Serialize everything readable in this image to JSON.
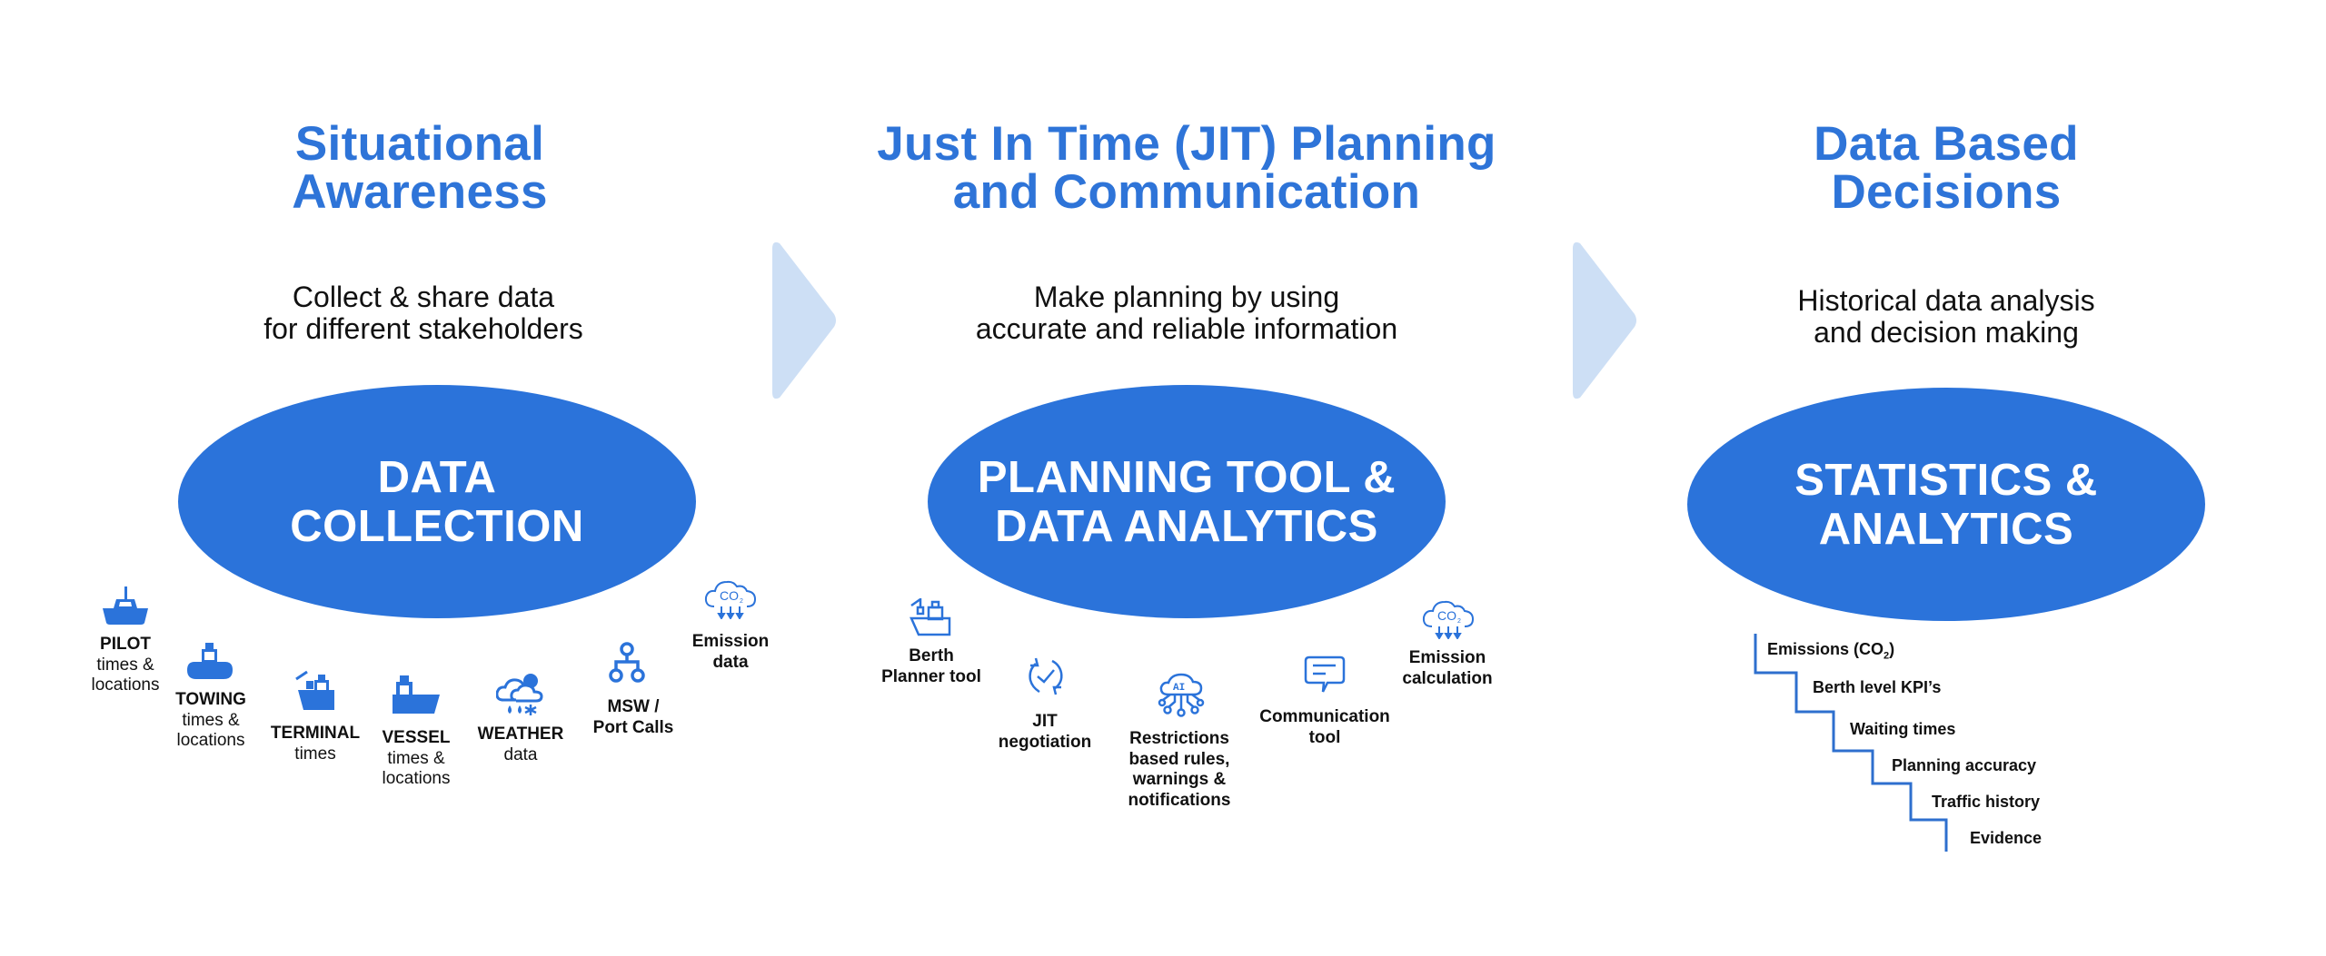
{
  "colors": {
    "accent": "#2e74d8",
    "oval_fill": "#2b73da",
    "arrow_fill": "#cddff5",
    "text": "#111111"
  },
  "columns": [
    {
      "title_lines": [
        "Situational",
        "Awareness"
      ],
      "subtitle_lines": [
        "Collect & share data",
        "for different stakeholders"
      ],
      "oval_lines": [
        "DATA",
        "COLLECTION"
      ],
      "items": [
        {
          "icon": "pilot-boat-icon",
          "bold": "PILOT",
          "lines": [
            "times &",
            "locations"
          ]
        },
        {
          "icon": "towing-boat-icon",
          "bold": "TOWING",
          "lines": [
            "times &",
            "locations"
          ]
        },
        {
          "icon": "terminal-ship-icon",
          "bold": "TERMINAL",
          "lines": [
            "times"
          ]
        },
        {
          "icon": "vessel-icon",
          "bold": "VESSEL",
          "lines": [
            "times &",
            "locations"
          ]
        },
        {
          "icon": "weather-icon",
          "bold": "WEATHER",
          "lines": [
            "data"
          ]
        },
        {
          "icon": "network-icon",
          "bold": "MSW /",
          "bold2": "Port Calls",
          "lines": []
        },
        {
          "icon": "co2-cloud-icon",
          "bold": "Emission",
          "bold2": "data",
          "lines": []
        }
      ]
    },
    {
      "title_lines": [
        "Just In Time (JIT) Planning",
        "and Communication"
      ],
      "subtitle_lines": [
        "Make planning by using",
        "accurate and reliable information"
      ],
      "oval_lines": [
        "PLANNING TOOL &",
        "DATA ANALYTICS"
      ],
      "items": [
        {
          "icon": "berth-planner-icon",
          "lines": [
            "Berth",
            "Planner tool"
          ]
        },
        {
          "icon": "sync-check-icon",
          "lines": [
            "JIT",
            "negotiation"
          ]
        },
        {
          "icon": "ai-cloud-icon",
          "lines": [
            "Restrictions",
            "based rules,",
            "warnings &",
            "notifications"
          ]
        },
        {
          "icon": "chat-icon",
          "lines": [
            "Communication",
            "tool"
          ]
        },
        {
          "icon": "co2-cloud-icon",
          "lines": [
            "Emission",
            "calculation"
          ]
        }
      ]
    },
    {
      "title_lines": [
        "Data Based",
        "Decisions"
      ],
      "subtitle_lines": [
        "Historical data analysis",
        "and decision making"
      ],
      "oval_lines": [
        "STATISTICS &",
        "ANALYTICS"
      ],
      "stairs": [
        {
          "label": "Emissions (CO",
          "sub": "2",
          "suffix": ")"
        },
        {
          "label": "Berth level KPI’s"
        },
        {
          "label": "Waiting times"
        },
        {
          "label": "Planning accuracy"
        },
        {
          "label": "Traffic history"
        },
        {
          "label": "Evidence"
        }
      ]
    }
  ]
}
